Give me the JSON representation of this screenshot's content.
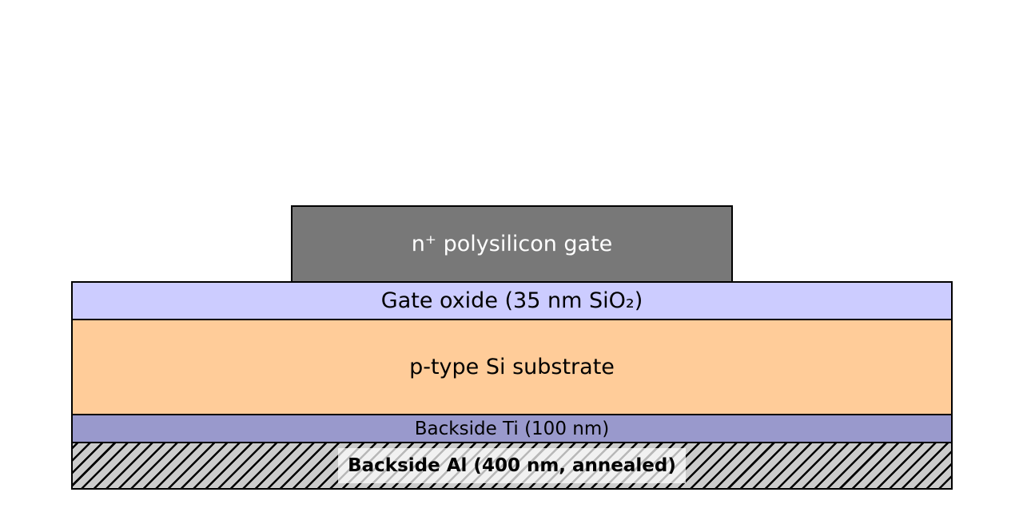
{
  "layers": {
    "gate": {
      "label": "n⁺ polysilicon gate",
      "color": "#787878"
    },
    "oxide": {
      "label": "Gate oxide (35 nm SiO₂)",
      "color": "#ccccff"
    },
    "substrate": {
      "label": "p-type Si substrate",
      "color": "#ffcc99"
    },
    "ti": {
      "label": "Backside Ti (100 nm)",
      "color": "#9999cc"
    },
    "al": {
      "label": "Backside Al (400 nm, annealed)",
      "color": "#cccccc",
      "pattern": "diagonal-hatch"
    }
  }
}
